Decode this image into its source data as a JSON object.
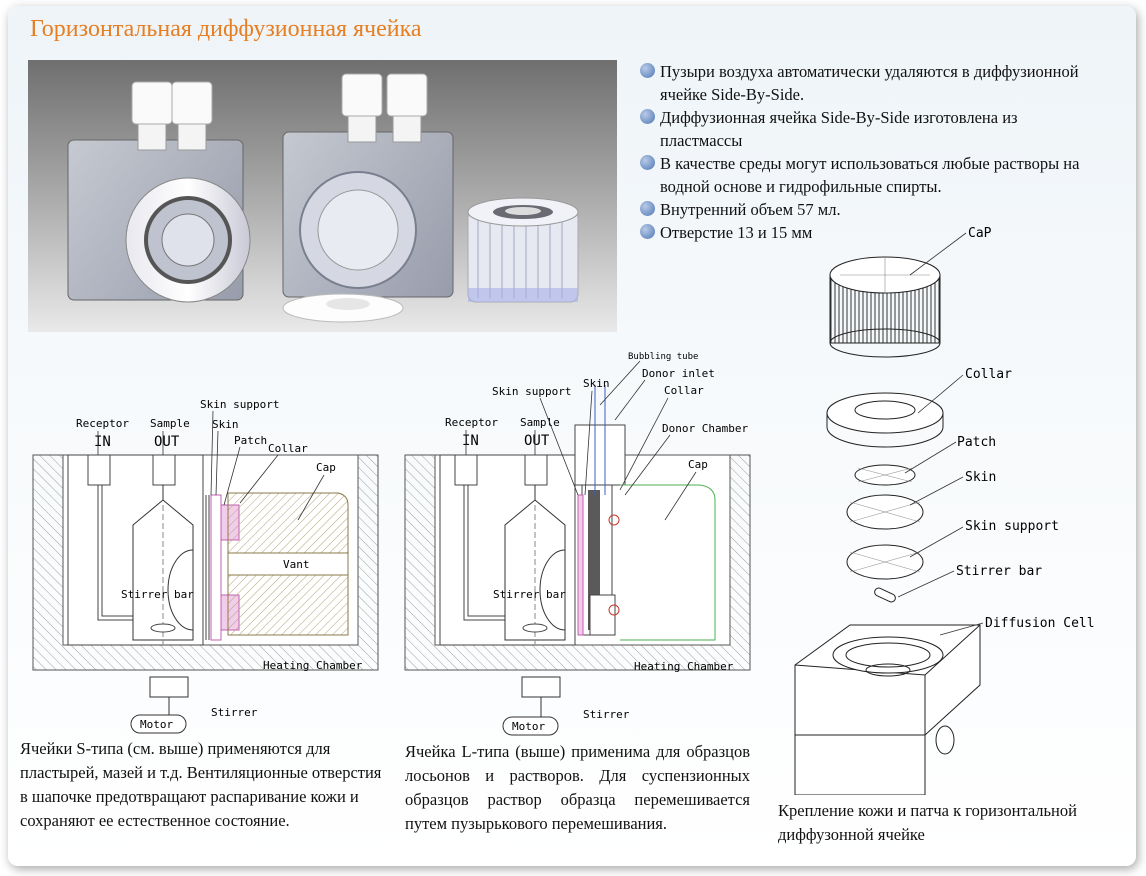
{
  "title": "Горизонтальная диффузионная ячейка",
  "bullets": [
    "Пузыри воздуха автоматически удаляются в диффузионной ячейке Side-By-Side.",
    "Диффузионная ячейка Side-By-Side изготовлена из пластмассы",
    "В качестве среды могут использоваться любые растворы на водной основе и гидрофильные спирты.",
    "Внутренний объем 57 мл.",
    "Отверстие 13 и 15 мм"
  ],
  "diagram_s": {
    "receptor": "Receptor",
    "in": "IN",
    "sample": "Sample",
    "out": "OUT",
    "skin_support": "Skin support",
    "skin": "Skin",
    "patch": "Patch",
    "collar": "Collar",
    "cap": "Cap",
    "vant": "Vant",
    "stirrer_bar": "Stirrer bar",
    "heating_chamber": "Heating Chamber",
    "motor": "Motor",
    "stirrer": "Stirrer"
  },
  "diagram_l": {
    "bubbling_tube": "Bubbling tube",
    "skin_support": "Skin support",
    "skin": "Skin",
    "donor_inlet": "Donor inlet",
    "collar": "Collar",
    "receptor": "Receptor",
    "in": "IN",
    "sample": "Sample",
    "out": "OUT",
    "donor_chamber": "Donor Chamber",
    "cap": "Cap",
    "stirrer_bar": "Stirrer bar",
    "heating_chamber": "Heating Chamber",
    "motor": "Motor",
    "stirrer": "Stirrer"
  },
  "exploded": {
    "cap": "CaP",
    "collar": "Collar",
    "patch": "Patch",
    "skin": "Skin",
    "skin_support": "Skin support",
    "stirrer_bar": "Stirrer bar",
    "diffusion_cell": "Diffusion Cell"
  },
  "captions": {
    "s_type": "Ячейки S-типа (см. выше) применяются для пластырей, мазей и т.д. Вентиляционные отверстия в шапочке предотвращают распаривание кожи и сохраняют ее естественное состояние.",
    "l_type": "Ячейка L-типа (выше) применима для образцов лосьонов и растворов. Для суспензионных образцов раствор образца перемешивается путем пузырькового перемешивания.",
    "exploded": "Крепление кожи и патча к горизонтальной диффузонной ячейке"
  },
  "colors": {
    "title": "#e67e22",
    "bullet": "#6d8fc4",
    "cap_outline": "#8a7a4a",
    "skin_pink": "#d070c0",
    "l_cap_green": "#4caf50"
  }
}
